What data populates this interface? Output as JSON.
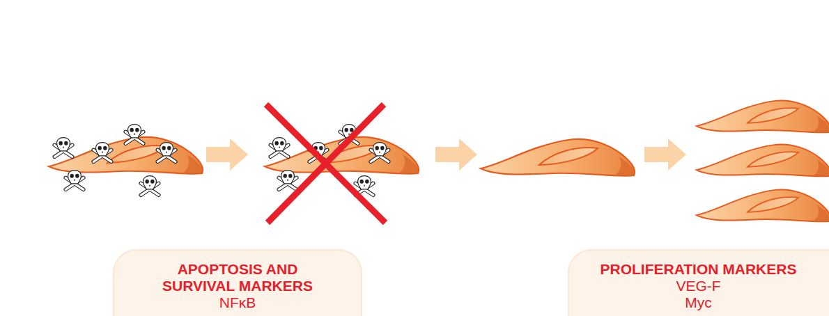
{
  "diagram": {
    "nodes": [
      {
        "text": [
          "APOPTOSIS AND SURVIVAL MARKERS",
          "NFκB"
        ]
      },
      {
        "text": [
          "PROLIFERATION MARKERS",
          "VEG-F",
          "Myc"
        ]
      }
    ]
  }
}
